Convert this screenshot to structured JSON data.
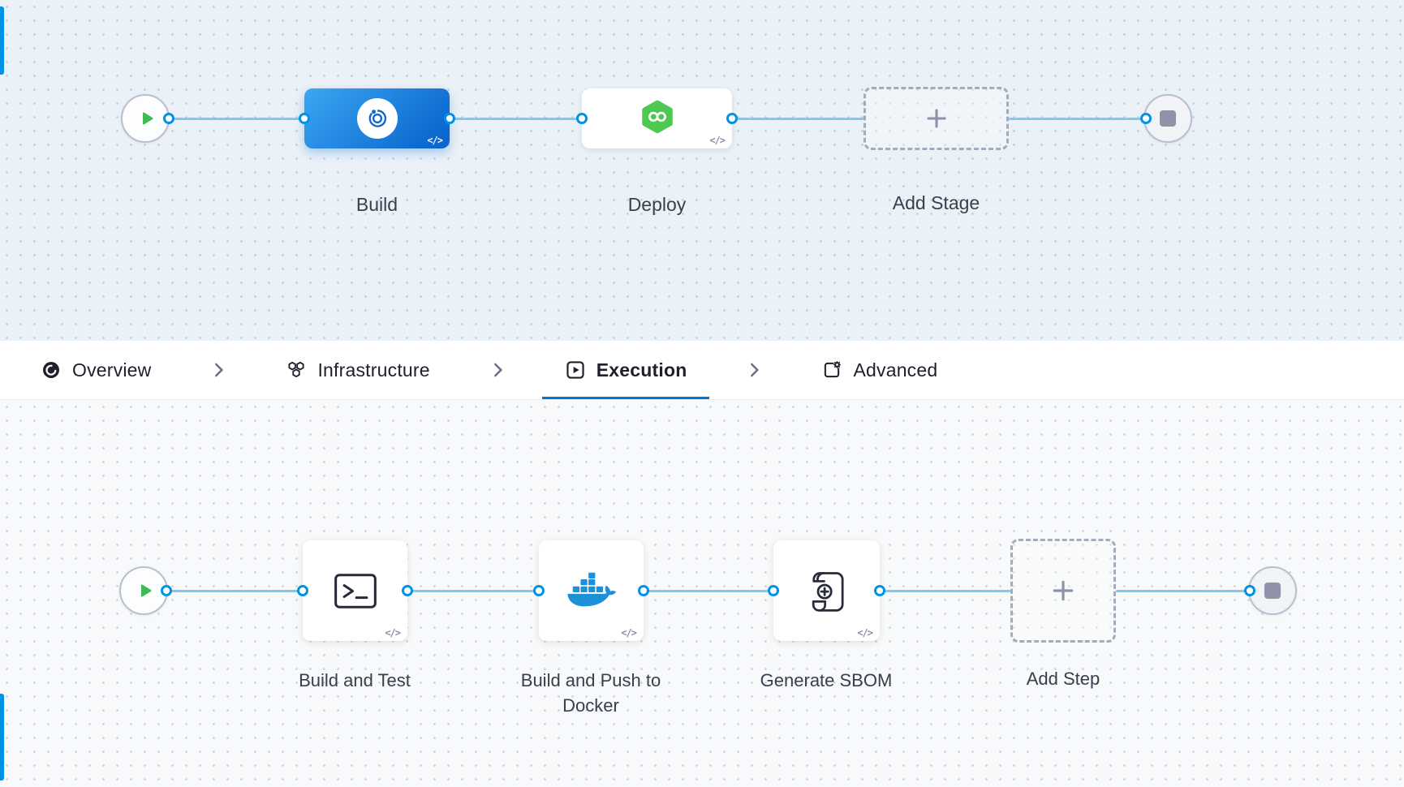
{
  "badges": {
    "code": "</>"
  },
  "tabs": [
    {
      "label": "Overview",
      "icon": "overview-icon",
      "active": false
    },
    {
      "label": "Infrastructure",
      "icon": "infrastructure-icon",
      "active": false
    },
    {
      "label": "Execution",
      "icon": "execution-icon",
      "active": true
    },
    {
      "label": "Advanced",
      "icon": "advanced-icon",
      "active": false
    }
  ],
  "stages": [
    {
      "label": "Build",
      "icon": "ci-build-icon",
      "selected": true
    },
    {
      "label": "Deploy",
      "icon": "cd-deploy-icon",
      "selected": false
    },
    {
      "label": "Add Stage",
      "icon": "plus-icon",
      "selected": false
    }
  ],
  "steps": [
    {
      "label": "Build and Test",
      "icon": "terminal-icon"
    },
    {
      "label": "Build and Push to Docker",
      "icon": "docker-icon"
    },
    {
      "label": "Generate SBOM",
      "icon": "sbom-scroll-icon"
    },
    {
      "label": "Add Step",
      "icon": "plus-icon"
    }
  ],
  "colors": {
    "accent_blue": "#0278d5",
    "connector_blue": "#7ec9f1",
    "port_ring_blue": "#0092e4",
    "selected_stage_gradient_start": "#3ba7f3",
    "selected_stage_gradient_end": "#0a67ce",
    "deploy_green": "#4dc952",
    "docker_blue": "#1d91d8",
    "play_green": "#42ba54",
    "end_stop_gray": "#8f92a9"
  }
}
